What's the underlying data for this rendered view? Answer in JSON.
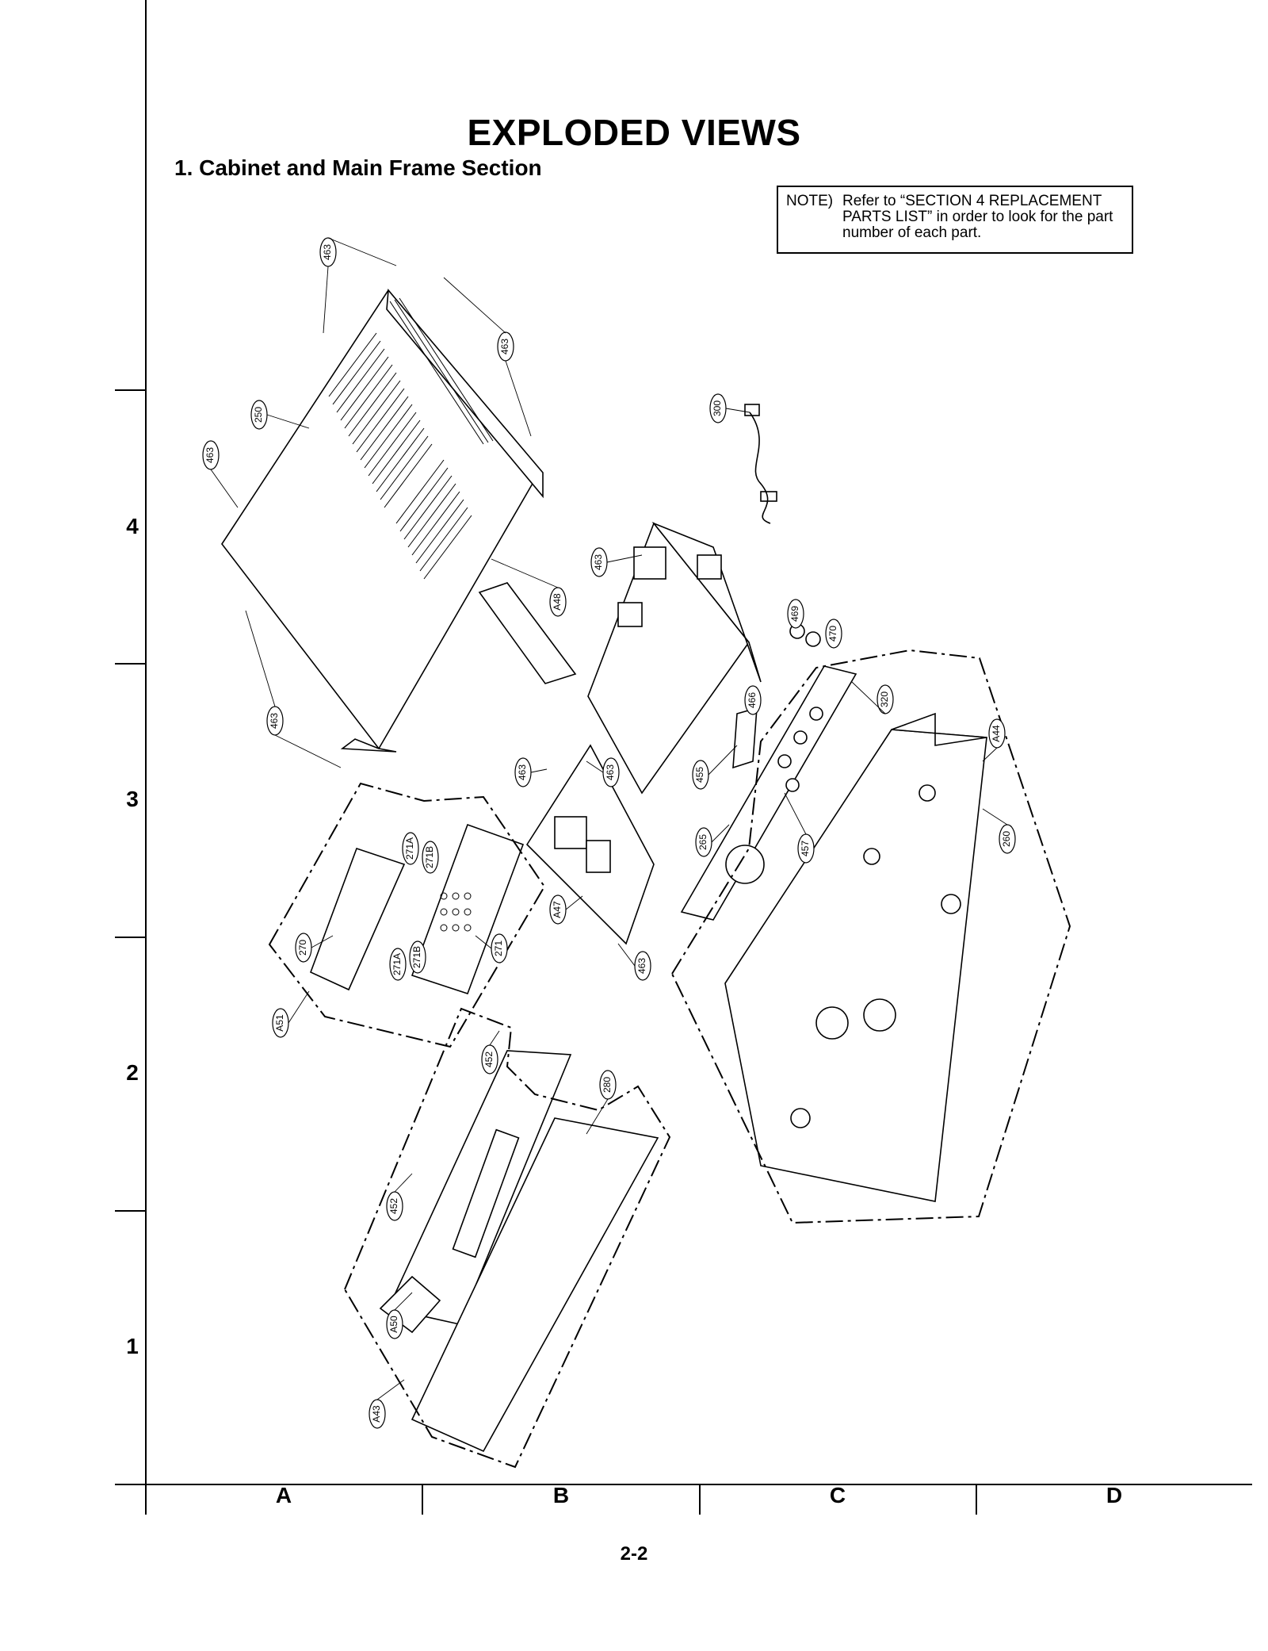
{
  "title": "EXPLODED VIEWS",
  "section_title": "1. Cabinet and Main Frame Section",
  "note": {
    "lead": "NOTE)",
    "text": "Refer to “SECTION 4 REPLACEMENT PARTS LIST” in order to look for the part number of each part."
  },
  "row_labels": [
    "4",
    "3",
    "2",
    "1"
  ],
  "column_labels": [
    "A",
    "B",
    "C",
    "D"
  ],
  "page_number": "2-2",
  "callouts": [
    "463",
    "463",
    "463",
    "463",
    "250",
    "300",
    "A48",
    "463",
    "469",
    "470",
    "466",
    "320",
    "A44",
    "463",
    "463",
    "455",
    "265",
    "457",
    "260",
    "271A",
    "271B",
    "270",
    "271",
    "271A",
    "271B",
    "A51",
    "A47",
    "463",
    "452",
    "280",
    "452",
    "A50",
    "A43"
  ]
}
